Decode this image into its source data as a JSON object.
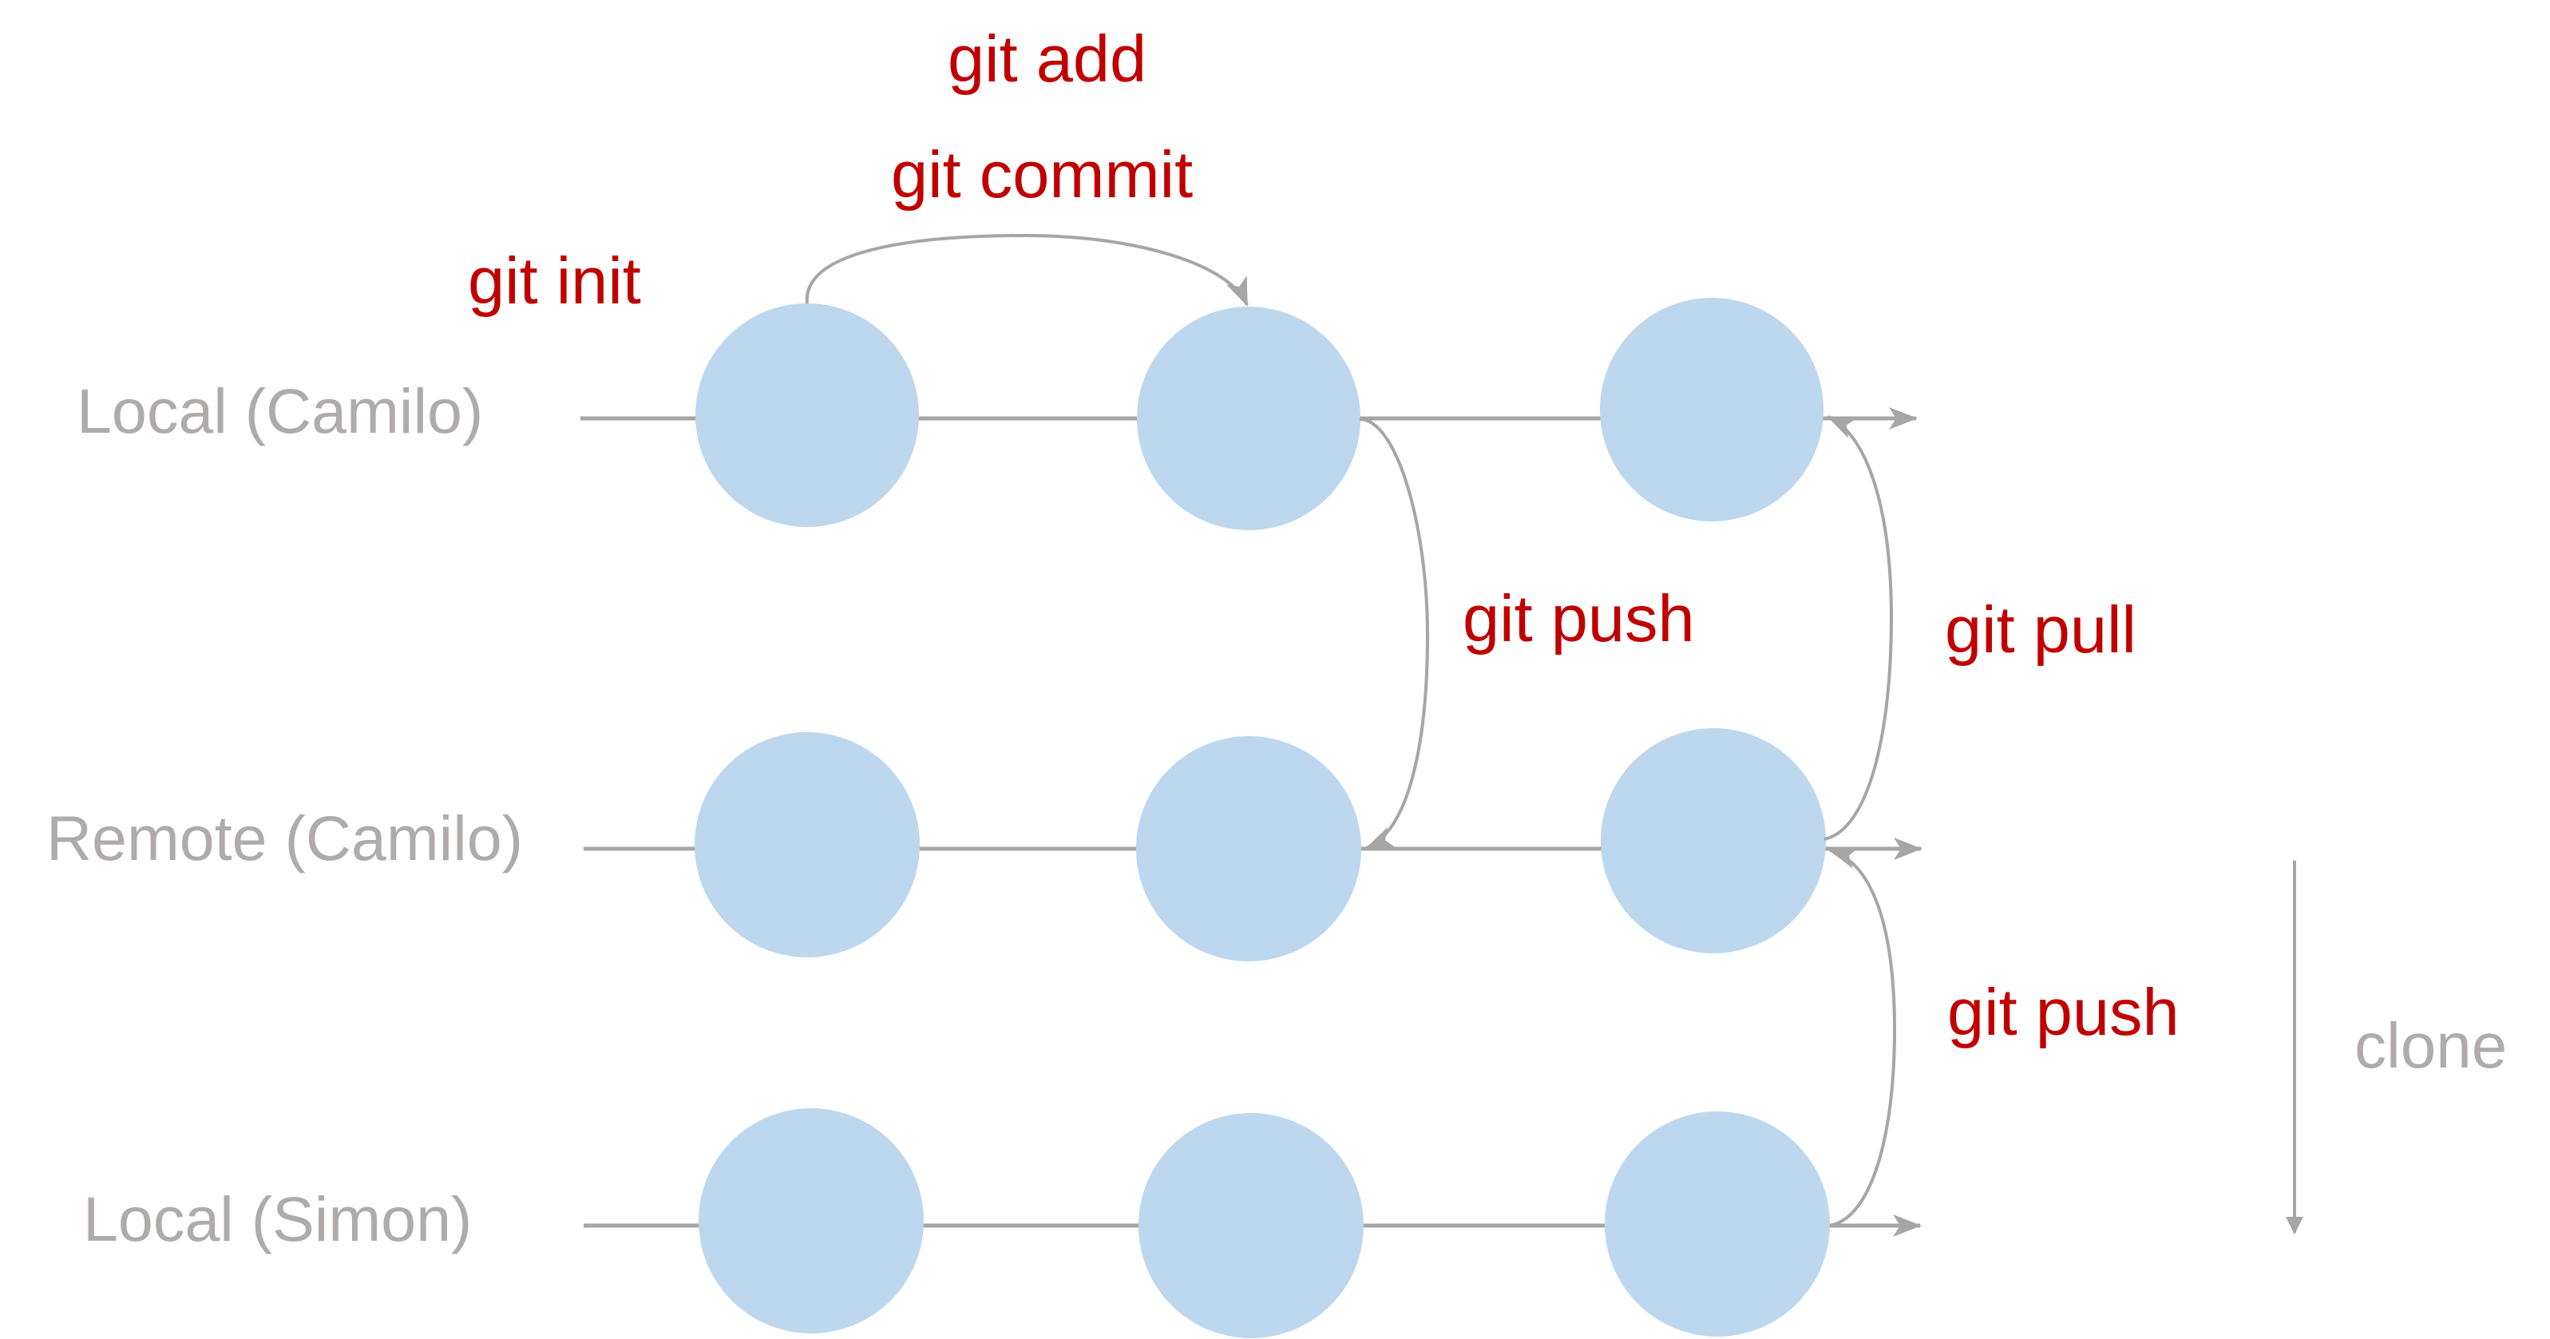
{
  "title": "Git workflow: local and remote repositories",
  "colors": {
    "commit_fill": "#BDD7EE",
    "connector": "#A6A6A6",
    "row_label": "#AFABAB",
    "command_label": "#C00000"
  },
  "rows": [
    {
      "id": "local-camilo",
      "label": "Local (Camilo)",
      "commits": 3
    },
    {
      "id": "remote-camilo",
      "label": "Remote (Camilo)",
      "commits": 3
    },
    {
      "id": "local-simon",
      "label": "Local (Simon)",
      "commits": 3
    }
  ],
  "commands": {
    "init": "git init",
    "add": "git add",
    "commit": "git commit",
    "push_to_remote": "git push",
    "pull_from_remote": "git pull",
    "push_from_simon": "git push"
  },
  "clone": {
    "label": "clone",
    "direction": "down"
  },
  "edges": [
    {
      "from": "local-camilo.1",
      "to": "local-camilo.2",
      "label": "git add / git commit"
    },
    {
      "from": "local-camilo.2",
      "to": "remote-camilo.2",
      "label": "git push"
    },
    {
      "from": "remote-camilo.3",
      "to": "local-camilo.3",
      "label": "git pull"
    },
    {
      "from": "local-simon.3",
      "to": "remote-camilo.3",
      "label": "git push"
    }
  ]
}
